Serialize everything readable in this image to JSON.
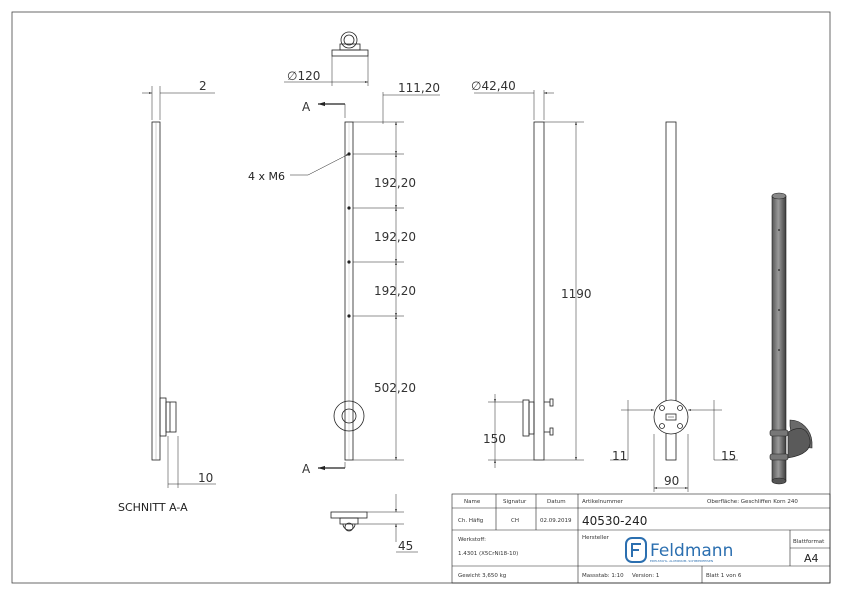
{
  "dimensions": {
    "section_thickness": "2",
    "flange_diameter": "∅120",
    "top_offset": "111,20",
    "post_diameter": "∅42,40",
    "thread_callout": "4 x M6",
    "spacing_1": "192,20",
    "spacing_2": "192,20",
    "spacing_3": "192,20",
    "bottom_span": "502,20",
    "total_height": "1190",
    "flange_height": "150",
    "section_bottom": "10",
    "plate_offset_left": "11",
    "plate_offset_right": "15",
    "plate_width": "90",
    "plan_depth": "45",
    "section_marker_top": "A",
    "section_marker_bottom": "A"
  },
  "labels": {
    "section_title": "SCHNITT A-A"
  },
  "title_block": {
    "name_label": "Name",
    "signature_label": "Signatur",
    "date_label": "Datum",
    "name_value": "Ch. Häfig",
    "signature_value": "CH",
    "date_value": "02.09.2019",
    "article_label": "Artikelnummer",
    "article_value": "40530-240",
    "surface": "Oberfläche: Geschliffen Korn 240",
    "material_label": "Werkstoff:",
    "material_value": "1.4301 (X5CrNi18-10)",
    "manufacturer_label": "Hersteller",
    "brand_name": "Feldmann",
    "brand_tagline": "EDELSTAHL- ALUMINIUM- SCHMIEDEEISEN",
    "sheet_format_label": "Blattformat",
    "sheet_format_value": "A4",
    "weight": "Gewicht 3,650 kg",
    "scale": "Massstab: 1:10",
    "version": "Version: 1",
    "sheet_number": "Blatt 1 von 6"
  }
}
